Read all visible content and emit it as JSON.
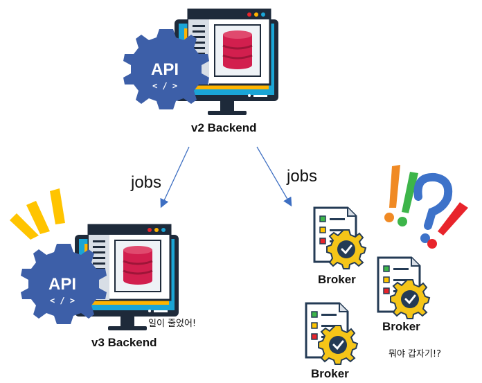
{
  "nodes": {
    "v2": {
      "label": "v2 Backend",
      "api_text": "API",
      "api_code": "< / >"
    },
    "v3": {
      "label": "v3 Backend",
      "api_text": "API",
      "api_code": "< / >",
      "comment": "일이 줄었어!"
    },
    "brokers": [
      {
        "label": "Broker"
      },
      {
        "label": "Broker"
      },
      {
        "label": "Broker"
      }
    ],
    "broker_comment": "뭐야 갑자기!?"
  },
  "edges": [
    {
      "from": "v2",
      "to": "v3",
      "label": "jobs"
    },
    {
      "from": "v2",
      "to": "brokers",
      "label": "jobs"
    }
  ],
  "decorations": {
    "question_marks": "!!?!"
  },
  "colors": {
    "monitor_frame": "#1e2a3a",
    "monitor_screen": "#ffb400",
    "monitor_bezel": "#1aa5d6",
    "window_bg": "#ffffff",
    "sidebar": "#d8dee6",
    "database": "#d21f4e",
    "database_dark": "#9e1538",
    "gear": "#3d5fa8",
    "arrow": "#3e6fc2",
    "broker_gear": "#f5c518",
    "check_badge": "#243b55",
    "burst": "#ffc400",
    "excl_orange": "#f08a24",
    "excl_green": "#3db54a",
    "question_blue": "#3d72c9",
    "excl_red": "#e8242b"
  }
}
